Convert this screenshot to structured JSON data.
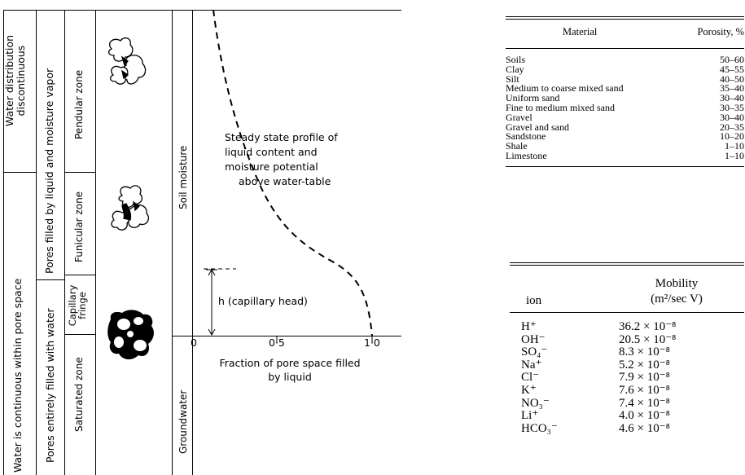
{
  "diagram": {
    "col1_top": "Water distribution discontinuous",
    "col1_bottom": "Water is continuous within pore space",
    "col2_top": "Pores filled by liquid and moisture vapor",
    "col2_bottom": "Pores entirely filled with water",
    "col3_pendular": "Pendular zone",
    "col3_funicular": "Funicular zone",
    "col3_capillary": "Capillary fringe",
    "col3_saturated": "Saturated zone",
    "col4_soil_moisture": "Soil moisture",
    "col4_groundwater": "Groundwater",
    "profile_label_lines": [
      "Steady state profile of",
      "liquid content and",
      "moisture potential",
      "above water-table"
    ],
    "capillary_head_label": "h (capillary head)",
    "axis_ticks": [
      "0",
      "0·5",
      "1·0"
    ],
    "axis_label_lines": [
      "Fraction of pore space filled",
      "by liquid"
    ]
  },
  "porosity_table": {
    "headers": [
      "Material",
      "Porosity, %"
    ],
    "rows": [
      {
        "material": "Soils",
        "porosity": "50–60"
      },
      {
        "material": "Clay",
        "porosity": "45–55"
      },
      {
        "material": "Silt",
        "porosity": "40–50"
      },
      {
        "material": "Medium to coarse mixed sand",
        "porosity": "35–40"
      },
      {
        "material": "Uniform sand",
        "porosity": "30–40"
      },
      {
        "material": "Fine to medium mixed sand",
        "porosity": "30–35"
      },
      {
        "material": "Gravel",
        "porosity": "30–40"
      },
      {
        "material": "Gravel and sand",
        "porosity": "20–35"
      },
      {
        "material": "Sandstone",
        "porosity": "10–20"
      },
      {
        "material": "Shale",
        "porosity": "1–10"
      },
      {
        "material": "Limestone",
        "porosity": "1–10"
      }
    ]
  },
  "mobility_table": {
    "header_ion": "ion",
    "header_mobility": "Mobility",
    "header_units": "(m²/sec V)",
    "rows": [
      {
        "ion": "H⁺",
        "mobility": "36.2 × 10⁻⁸"
      },
      {
        "ion": "OH⁻",
        "mobility": "20.5 × 10⁻⁸"
      },
      {
        "ion": "SO₄⁻",
        "mobility": "8.3 × 10⁻⁸"
      },
      {
        "ion": "Na⁺",
        "mobility": "5.2 × 10⁻⁸"
      },
      {
        "ion": "Cl⁻",
        "mobility": "7.9 × 10⁻⁸"
      },
      {
        "ion": "K⁺",
        "mobility": "7.6 × 10⁻⁸"
      },
      {
        "ion": "NO₃⁻",
        "mobility": "7.4 × 10⁻⁸"
      },
      {
        "ion": "Li⁺",
        "mobility": "4.0 × 10⁻⁸"
      },
      {
        "ion": "HCO₃⁻",
        "mobility": "4.6 × 10⁻⁸"
      }
    ]
  }
}
